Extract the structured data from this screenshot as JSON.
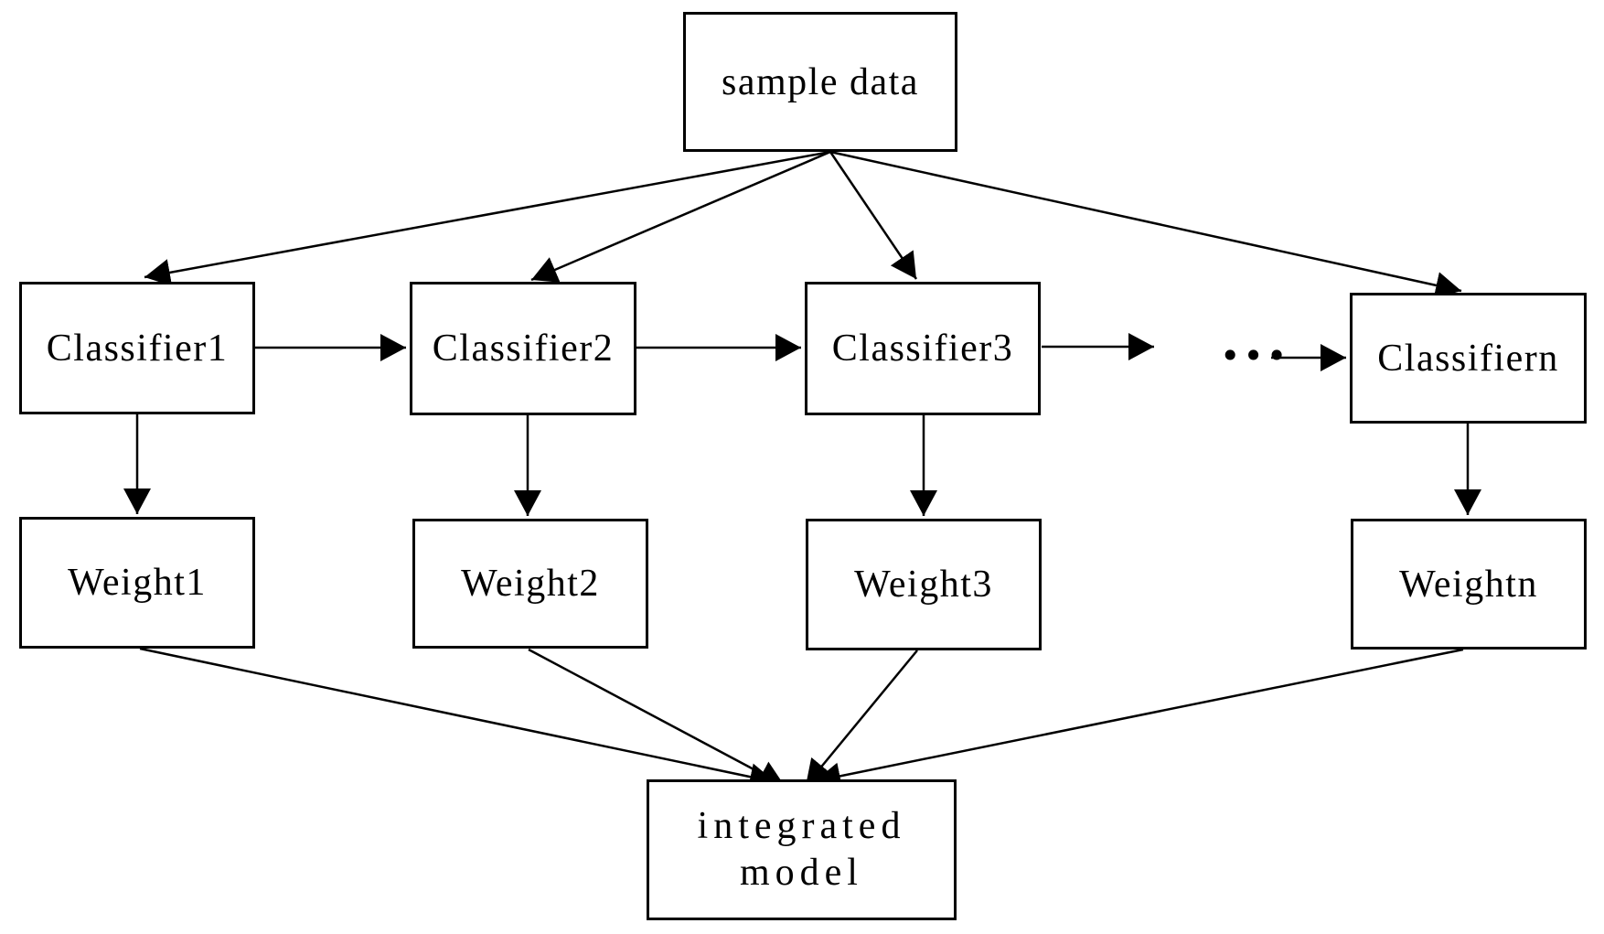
{
  "diagram": {
    "background_color": "#ffffff",
    "line_color": "#000000",
    "nodes": {
      "sample_data": {
        "label": "sample data"
      },
      "classifiers": [
        {
          "label": "Classifier1"
        },
        {
          "label": "Classifier2"
        },
        {
          "label": "Classifier3"
        },
        {
          "label": "Classifiern"
        }
      ],
      "weights": [
        {
          "label": "Weight1"
        },
        {
          "label": "Weight2"
        },
        {
          "label": "Weight3"
        },
        {
          "label": "Weightn"
        }
      ],
      "integrated_model": {
        "label": "integrated model",
        "label_line1": "integrated",
        "label_line2": "model"
      },
      "ellipsis": "•••"
    },
    "edges": [
      {
        "from": "sample data",
        "to": "Classifier1"
      },
      {
        "from": "sample data",
        "to": "Classifier2"
      },
      {
        "from": "sample data",
        "to": "Classifier3"
      },
      {
        "from": "sample data",
        "to": "Classifiern"
      },
      {
        "from": "Classifier1",
        "to": "Classifier2"
      },
      {
        "from": "Classifier2",
        "to": "Classifier3"
      },
      {
        "from": "Classifier3",
        "to": "..."
      },
      {
        "from": "...",
        "to": "Classifiern"
      },
      {
        "from": "Classifier1",
        "to": "Weight1"
      },
      {
        "from": "Classifier2",
        "to": "Weight2"
      },
      {
        "from": "Classifier3",
        "to": "Weight3"
      },
      {
        "from": "Classifiern",
        "to": "Weightn"
      },
      {
        "from": "Weight1",
        "to": "integrated model"
      },
      {
        "from": "Weight2",
        "to": "integrated model"
      },
      {
        "from": "Weight3",
        "to": "integrated model"
      },
      {
        "from": "Weightn",
        "to": "integrated model"
      }
    ]
  }
}
